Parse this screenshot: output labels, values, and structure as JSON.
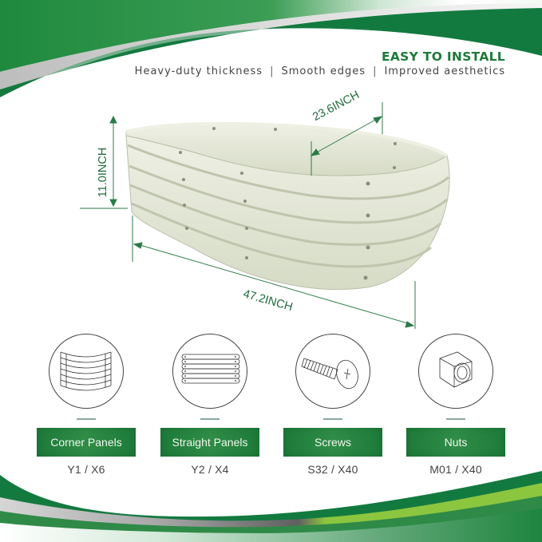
{
  "header": {
    "title": "EASY TO INSTALL",
    "features": [
      "Heavy-duty thickness",
      "Smooth edges",
      "Improved aesthetics"
    ],
    "separator": "|"
  },
  "dimensions": {
    "height": "11.0INCH",
    "width": "23.6INCH",
    "length": "47.2INCH"
  },
  "parts": [
    {
      "name": "Corner Panels",
      "code": "Y1 / X6",
      "icon": "curved-panels-icon"
    },
    {
      "name": "Straight Panels",
      "code": "Y2 / X4",
      "icon": "straight-panels-icon"
    },
    {
      "name": "Screws",
      "code": "S32 / X40",
      "icon": "screw-icon"
    },
    {
      "name": "Nuts",
      "code": "M01 / X40",
      "icon": "nut-icon"
    }
  ],
  "colors": {
    "brand_green": "#1d7a3a",
    "light_green": "#8cc63f",
    "silver": "#c8c8c8",
    "bed_color": "#dfe3d2"
  }
}
